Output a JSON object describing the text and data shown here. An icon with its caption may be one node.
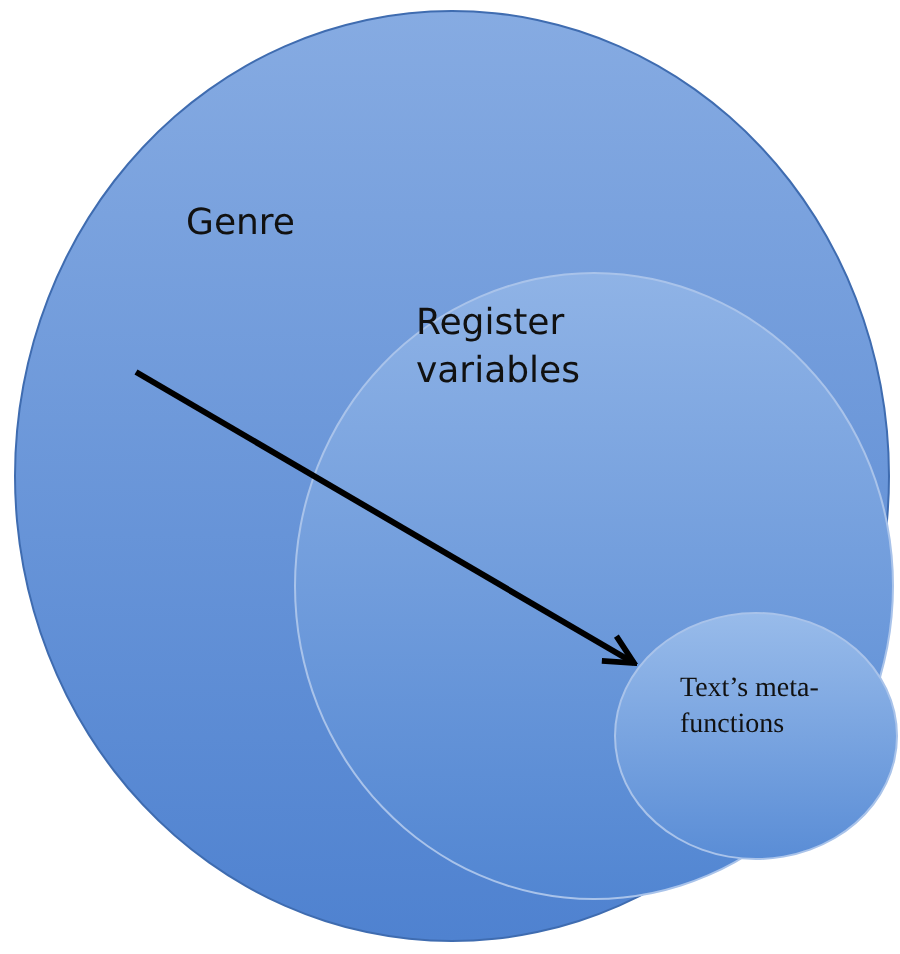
{
  "diagram": {
    "nodes": [
      {
        "text": [
          "Genre"
        ]
      },
      {
        "text": [
          "Register variables"
        ],
        "in": 0
      },
      {
        "text": [
          "Text’s meta-functions"
        ],
        "in": 1
      }
    ],
    "edges": [
      {
        "from": null,
        "to": 2,
        "arrow": "to"
      }
    ]
  }
}
